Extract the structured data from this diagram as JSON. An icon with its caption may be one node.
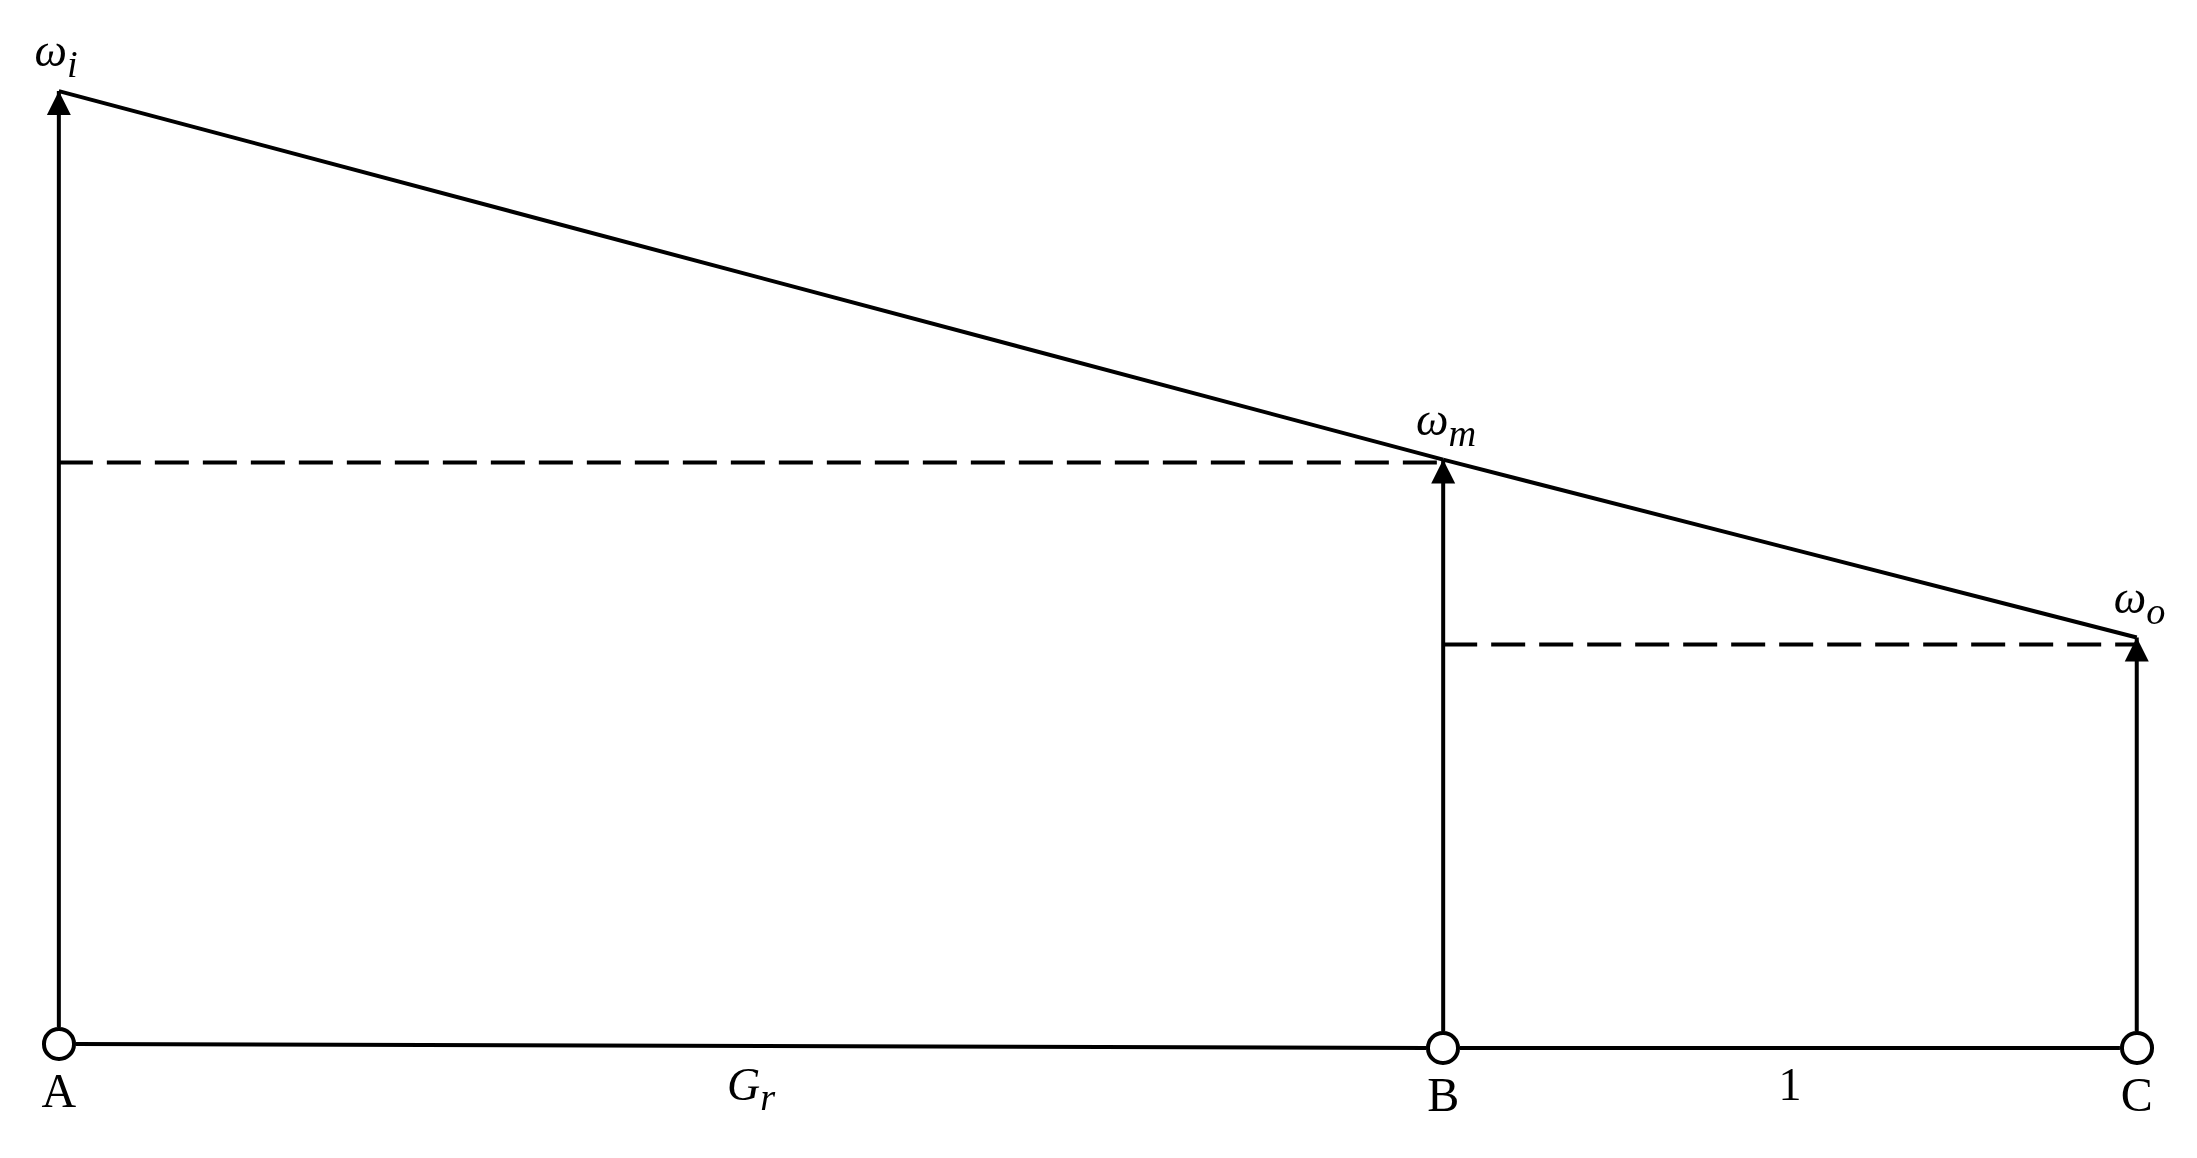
{
  "diagram": {
    "nodes": [
      {
        "text": [],
        "shape": "circle",
        "beside": [
          "A"
        ]
      },
      {
        "text": [],
        "shape": "circle",
        "beside": [
          "B"
        ]
      },
      {
        "text": [],
        "shape": "circle",
        "beside": [
          "C"
        ]
      },
      {
        "text": [
          "ω$_{i}$"
        ]
      },
      {
        "text": [
          "ω$_{m}$"
        ]
      },
      {
        "text": [
          "ω$_{o}$"
        ]
      }
    ],
    "edges": [
      {
        "from": 0,
        "to": 3,
        "arrow": "to"
      },
      {
        "from": 1,
        "to": 4,
        "arrow": "to"
      },
      {
        "from": 2,
        "to": 5,
        "arrow": "to"
      },
      {
        "from": 3,
        "to": 4,
        "arrow": "none"
      },
      {
        "from": 4,
        "to": 5,
        "arrow": "none"
      },
      {
        "from": 0,
        "to": 1,
        "arrow": "none",
        "label": "G$_{r}$"
      },
      {
        "from": 1,
        "to": 2,
        "arrow": "none",
        "label": "1"
      }
    ]
  }
}
